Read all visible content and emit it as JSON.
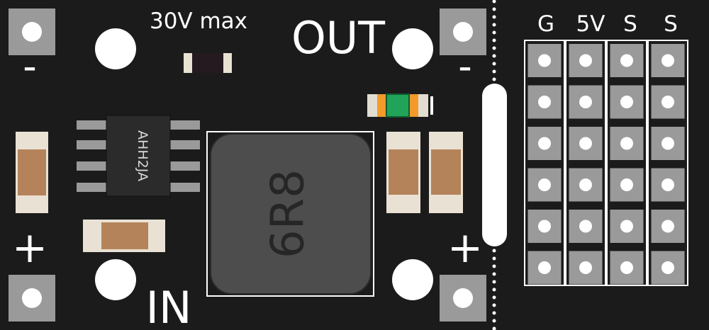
{
  "board": {
    "background": "#1b1b1b",
    "silkscreen_color": "#ffffff",
    "pad_color": "#9a9a9a",
    "copper_color": "#b5835a",
    "led_color": "#22a35a"
  },
  "labels": {
    "max_voltage": "30V max",
    "out": "OUT",
    "in": "IN",
    "minus": "-",
    "plus": "+",
    "header_g": "G",
    "header_5v": "5V",
    "header_s1": "S",
    "header_s2": "S"
  },
  "components": {
    "regulator_ic": "AHH2JA",
    "inductor": "6R8"
  },
  "header": {
    "columns": 4,
    "rows": 6
  }
}
